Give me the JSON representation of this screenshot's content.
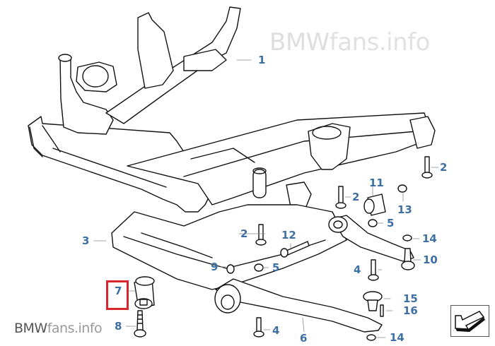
{
  "diagram": {
    "title": "Front axle carrier / subframe exploded parts diagram",
    "accent_color": "#3d6fa3",
    "highlight_color": "#d7262e",
    "watermarks": {
      "top": {
        "brand": "BMW",
        "rest": "fans.info"
      },
      "bottom": {
        "brand": "BMW",
        "rest": "fans.info"
      }
    },
    "highlighted_part": "7",
    "callouts": [
      {
        "id": "c1",
        "label": "1",
        "part": "front axle carrier"
      },
      {
        "id": "c2a",
        "label": "2",
        "part": "bolt (right carrier)"
      },
      {
        "id": "c2b",
        "label": "2",
        "part": "bolt (carrier center)"
      },
      {
        "id": "c2c",
        "label": "2",
        "part": "bolt (reinforcement plate)"
      },
      {
        "id": "c3",
        "label": "3",
        "part": "reinforcement plate"
      },
      {
        "id": "c4a",
        "label": "4",
        "part": "bolt (right)"
      },
      {
        "id": "c4b",
        "label": "4",
        "part": "bolt (lower)"
      },
      {
        "id": "c5a",
        "label": "5",
        "part": "nut (right)"
      },
      {
        "id": "c5b",
        "label": "5",
        "part": "nut (center)"
      },
      {
        "id": "c6",
        "label": "6",
        "part": "tension strut"
      },
      {
        "id": "c7",
        "label": "7",
        "part": "rubber mount"
      },
      {
        "id": "c8",
        "label": "8",
        "part": "bolt"
      },
      {
        "id": "c9",
        "label": "9",
        "part": "washer"
      },
      {
        "id": "c10",
        "label": "10",
        "part": "wishbone / control arm"
      },
      {
        "id": "c11",
        "label": "11",
        "part": "rubber bushing"
      },
      {
        "id": "c12",
        "label": "12",
        "part": "bolt"
      },
      {
        "id": "c13",
        "label": "13",
        "part": "washer"
      },
      {
        "id": "c14a",
        "label": "14",
        "part": "nut (upper)"
      },
      {
        "id": "c14b",
        "label": "14",
        "part": "nut (lower)"
      },
      {
        "id": "c15",
        "label": "15",
        "part": "ball joint"
      },
      {
        "id": "c16",
        "label": "16",
        "part": "screw"
      }
    ],
    "orientation_icon": "direction-arrow-icon"
  }
}
